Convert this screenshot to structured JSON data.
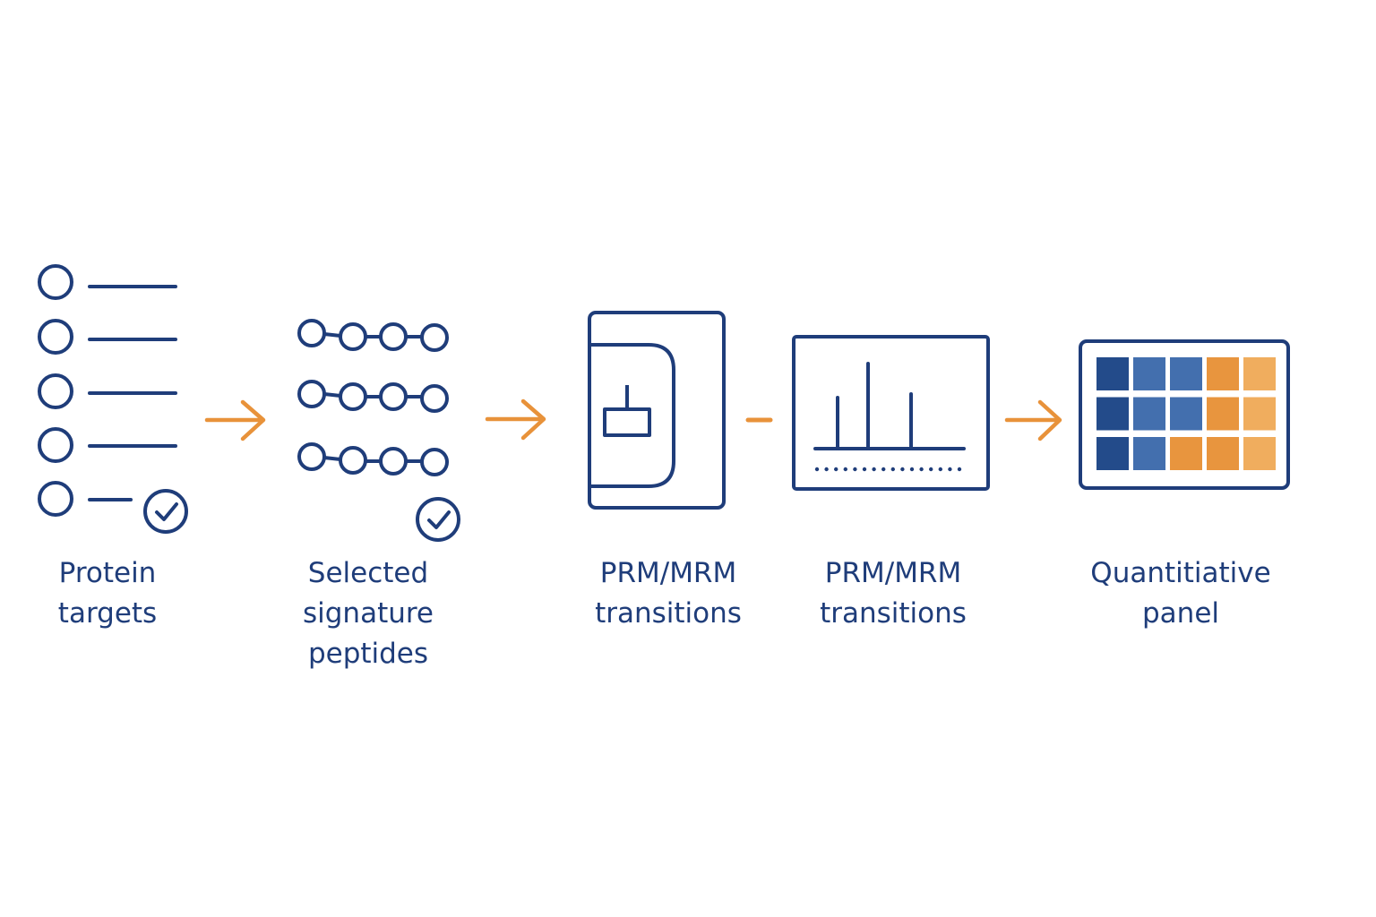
{
  "colors": {
    "navy": "#1f3d7a",
    "orange": "#e8923a",
    "heatmap_dark_blue": "#234b8a",
    "heatmap_mid_blue": "#436fae",
    "heatmap_orange": "#e8953e",
    "heatmap_light_orange": "#f0ad5e"
  },
  "steps": [
    {
      "icon": "protein-list-icon",
      "lines": [
        "Protein",
        "targets"
      ]
    },
    {
      "icon": "peptide-chains-icon",
      "lines": [
        "Selected",
        "signature",
        "peptides"
      ]
    },
    {
      "icon": "mass-spectrometer-icon",
      "lines": [
        "PRM/MRM",
        "transitions"
      ]
    },
    {
      "icon": "spectrum-screen-icon",
      "lines": [
        "PRM/MRM",
        "transitions"
      ]
    },
    {
      "icon": "heatmap-panel-icon",
      "lines": [
        "Quantitiative",
        "panel"
      ]
    }
  ],
  "heatmap_grid": [
    [
      "heatmap_dark_blue",
      "heatmap_mid_blue",
      "heatmap_mid_blue",
      "heatmap_orange",
      "heatmap_light_orange"
    ],
    [
      "heatmap_dark_blue",
      "heatmap_mid_blue",
      "heatmap_mid_blue",
      "heatmap_orange",
      "heatmap_light_orange"
    ],
    [
      "heatmap_dark_blue",
      "heatmap_mid_blue",
      "heatmap_orange",
      "heatmap_orange",
      "heatmap_light_orange"
    ]
  ]
}
